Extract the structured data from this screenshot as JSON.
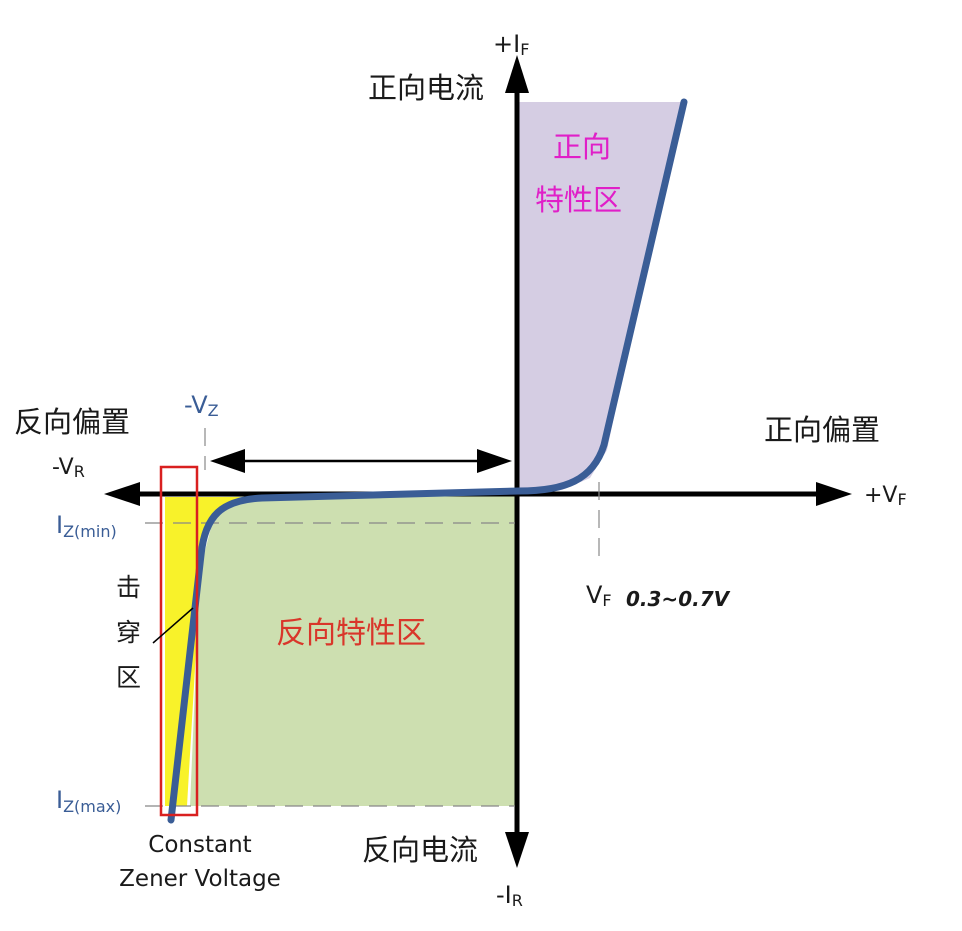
{
  "axes": {
    "y_pos": {
      "main": "+I",
      "sub": "F"
    },
    "y_neg": {
      "main": "-I",
      "sub": "R"
    },
    "x_pos": {
      "main": "+V",
      "sub": "F"
    },
    "x_neg": {
      "main": "-V",
      "sub": "R"
    }
  },
  "labels": {
    "forward_current": "正向电流",
    "reverse_current": "反向电流",
    "forward_bias": "正向偏置",
    "reverse_bias": "反向偏置",
    "forward_region_line1": "正向",
    "forward_region_line2": "特性区",
    "reverse_region": "反向特性区",
    "breakdown_1": "击",
    "breakdown_2": "穿",
    "breakdown_3": "区",
    "vz": {
      "main": "-V",
      "sub": "Z"
    },
    "vf": {
      "main": "V",
      "sub": "F"
    },
    "vf_range": "0.3~0.7V",
    "izmin": {
      "main": "I",
      "sub": "Z(min)"
    },
    "izmax": {
      "main": "I",
      "sub": "Z(max)"
    },
    "zener_line1": "Constant",
    "zener_line2": "Zener Voltage"
  },
  "colors": {
    "forward_region": "#d5cde3",
    "reverse_region": "#cddfb0",
    "breakdown_region": "#f8f22a",
    "curve": "#3a5d96",
    "forward_text": "#e01fc8",
    "reverse_text": "#d9362a",
    "highlight_box": "#d92020"
  }
}
